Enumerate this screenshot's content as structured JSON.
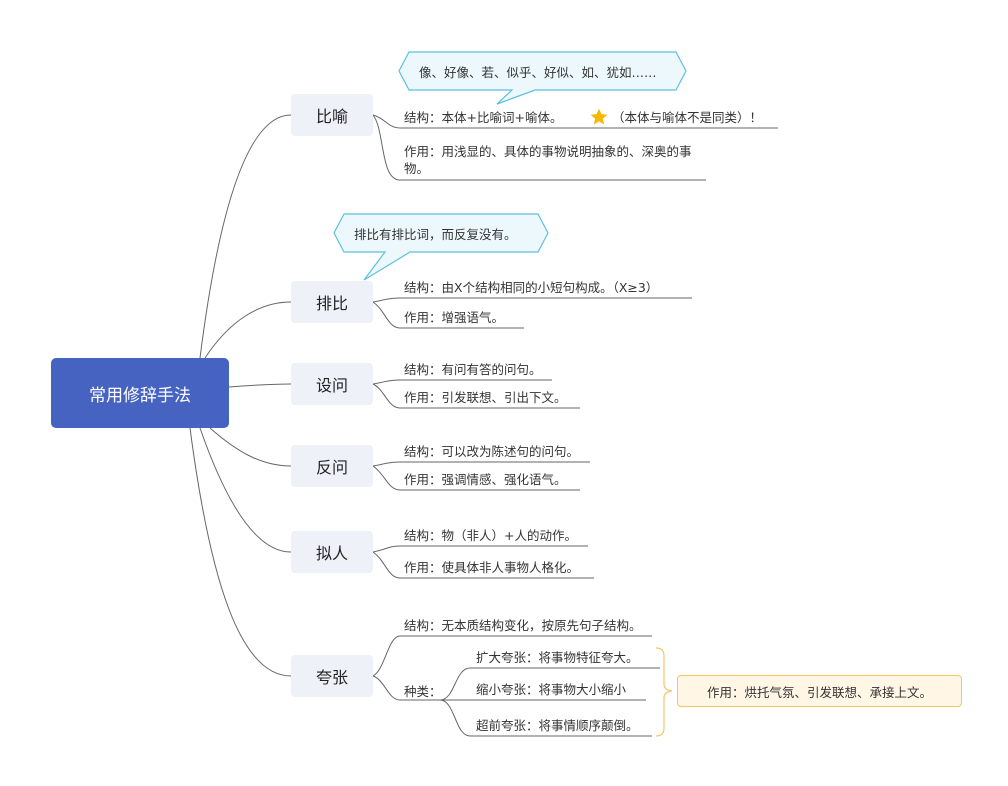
{
  "root": {
    "label": "常用修辞手法"
  },
  "topics": {
    "biyu": {
      "label": "比喻",
      "callout": "像、好像、若、似乎、好似、如、犹如……",
      "structure": "结构：本体+比喻词+喻体。",
      "note": "（本体与喻体不是同类）！",
      "function_line1": "作用：用浅显的、具体的事物说明抽象的、深奥的事",
      "function_line2": "物。"
    },
    "paibi": {
      "label": "排比",
      "callout": "排比有排比词，而反复没有。",
      "structure": "结构：由X个结构相同的小短句构成。（X≥3）",
      "function": "作用：增强语气。"
    },
    "shewen": {
      "label": "设问",
      "structure": "结构：有问有答的问句。",
      "function": "作用：引发联想、引出下文。"
    },
    "fanwen": {
      "label": "反问",
      "structure": "结构：可以改为陈述句的问句。",
      "function": "作用：强调情感、强化语气。"
    },
    "niren": {
      "label": "拟人",
      "structure": "结构：物（非人）+人的动作。",
      "function": "作用：使具体非人事物人格化。"
    },
    "kuazhang": {
      "label": "夸张",
      "structure": "结构：无本质结构变化，按原先句子结构。",
      "types_label": "种类：",
      "types": [
        "扩大夸张：将事物特征夸大。",
        "缩小夸张：将事物大小缩小",
        "超前夸张：将事情顺序颠倒。"
      ],
      "summary": "作用：烘托气氛、引发联想、承接上文。"
    }
  },
  "colors": {
    "root_fill": "#4763C2",
    "topic_fill": "#EEF1F8",
    "line": "#555555",
    "callout_fill": "#ECF8FC",
    "callout_stroke": "#5BC0DE",
    "summary_fill": "#FFF6E6",
    "summary_stroke": "#F5C56A",
    "star": "#F6B800"
  },
  "icons": {
    "key_point": "star-icon"
  }
}
